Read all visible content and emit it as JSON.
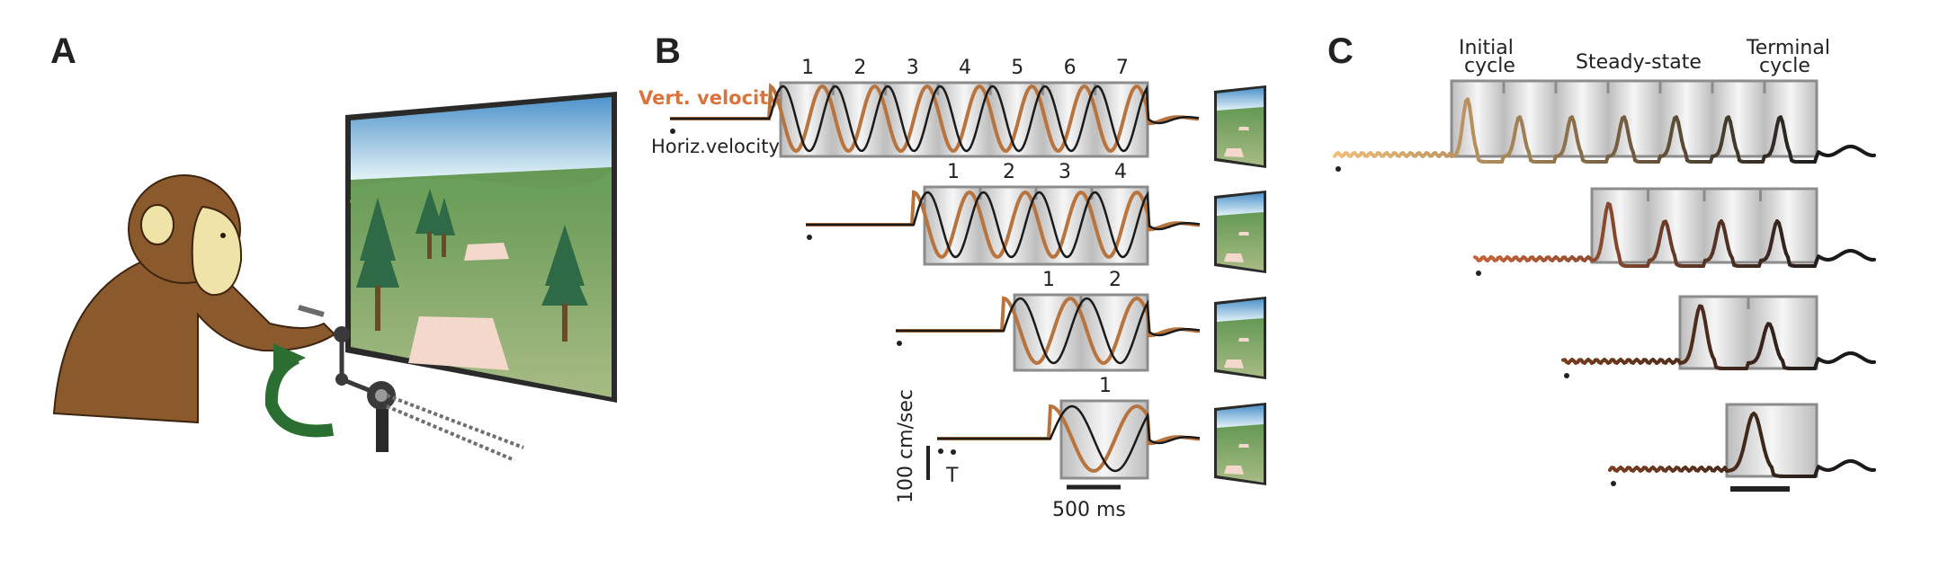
{
  "panels": {
    "a": "A",
    "b": "B",
    "c": "C"
  },
  "colors": {
    "background": "#ffffff",
    "sky_top": "#4f93cc",
    "sky_bottom": "#dff0f6",
    "grass": "#5d9a4d",
    "grass_light": "#98b47a",
    "monkey_fur": "#8a5a2d",
    "monkey_face": "#efe3a8",
    "arrow_green": "#2b6e32",
    "vert_velocity": "#d9743e",
    "horiz_velocity": "#1a1a1a",
    "box_border": "#8c8c8c"
  },
  "panel_b": {
    "vert_label": "Vert. velocity",
    "horiz_label": "Horiz.velocity",
    "rows": [
      {
        "cycles": [
          "1",
          "2",
          "3",
          "4",
          "5",
          "6",
          "7"
        ]
      },
      {
        "cycles": [
          "1",
          "2",
          "3",
          "4"
        ]
      },
      {
        "cycles": [
          "1",
          "2"
        ]
      },
      {
        "cycles": [
          "1"
        ]
      }
    ],
    "scale_y_label": "100 cm/sec",
    "scale_x_label": "500 ms",
    "marker_label": "T"
  },
  "panel_c": {
    "labels": {
      "initial_line1": "Initial",
      "initial_line2": "cycle",
      "steady": "Steady-state",
      "terminal_line1": "Terminal",
      "terminal_line2": "cycle"
    },
    "rows": [
      {
        "peaks": 7
      },
      {
        "peaks": 4
      },
      {
        "peaks": 2
      },
      {
        "peaks": 1
      }
    ]
  }
}
